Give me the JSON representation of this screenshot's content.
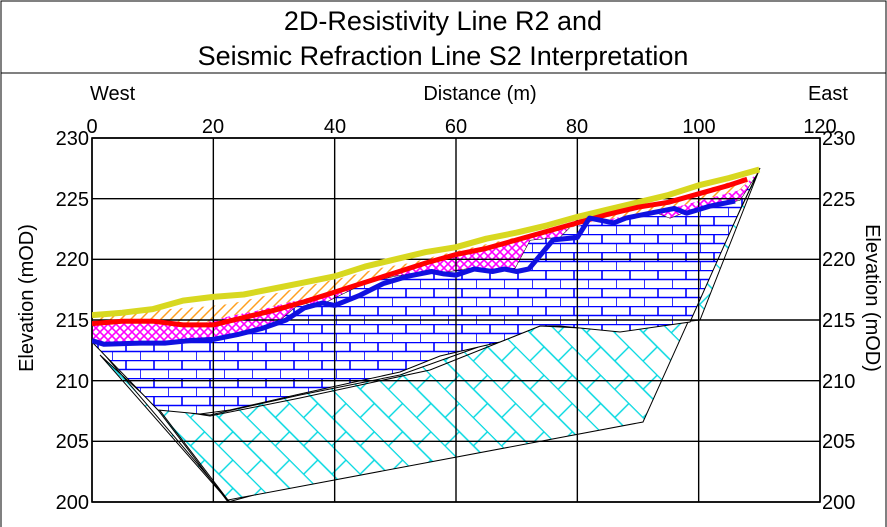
{
  "title": {
    "line1": "2D-Resistivity Line R2 and",
    "line2": "Seismic Refraction Line S2 Interpretation"
  },
  "labels": {
    "west": "West",
    "east": "East",
    "distance": "Distance (m)",
    "elevation_left": "Elevation (mOD)",
    "elevation_right": "Elevation (mOD)"
  },
  "axes": {
    "x_ticks": [
      "0",
      "20",
      "40",
      "60",
      "80",
      "100",
      "120"
    ],
    "y_ticks": [
      "230",
      "225",
      "220",
      "215",
      "210",
      "205",
      "200"
    ],
    "xlim": [
      0,
      120
    ],
    "ylim": [
      200,
      230
    ],
    "grid": true
  },
  "colors": {
    "surface": "#d8d820",
    "red_boundary": "#ff0000",
    "blue_boundary": "#1010e0",
    "limestone": "#0000ff",
    "magenta": "#ff00ff",
    "orange": "#ffa020",
    "cyan": "#00e0e0"
  },
  "chart_data": {
    "type": "line",
    "series": [
      {
        "x": [
          0,
          5,
          10,
          15,
          20,
          25,
          30,
          35,
          40,
          45,
          50,
          55,
          60,
          65,
          70,
          75,
          80,
          85,
          90,
          95,
          100,
          105,
          110
        ],
        "y": [
          215.4,
          215.6,
          215.9,
          216.6,
          216.9,
          217.1,
          217.6,
          218.1,
          218.6,
          219.4,
          220.0,
          220.6,
          221.0,
          221.7,
          222.2,
          222.8,
          223.5,
          224.1,
          224.7,
          225.3,
          226.1,
          226.7,
          227.4
        ]
      },
      {
        "x": [
          0,
          5,
          10,
          15,
          20,
          25,
          30,
          35,
          40,
          45,
          50,
          55,
          60,
          65,
          70,
          75,
          80,
          85,
          90,
          95,
          100,
          105,
          108
        ],
        "y": [
          214.7,
          214.9,
          214.9,
          214.6,
          214.6,
          215.2,
          215.8,
          216.5,
          217.3,
          218.1,
          218.9,
          219.7,
          220.4,
          220.9,
          221.6,
          222.3,
          223.0,
          223.7,
          224.3,
          224.7,
          225.4,
          226.1,
          226.6
        ]
      },
      {
        "x": [
          0,
          2,
          8,
          12,
          16,
          20,
          24,
          28,
          32,
          35,
          38,
          40,
          44,
          48,
          52,
          56,
          58,
          60,
          63,
          66,
          68,
          70,
          72,
          76,
          80,
          82,
          86,
          88,
          92,
          96,
          98,
          102,
          106
        ],
        "y": [
          213.3,
          213.0,
          213.1,
          213.1,
          213.3,
          213.4,
          213.8,
          214.3,
          215.0,
          216.0,
          216.4,
          216.2,
          217.0,
          218.0,
          218.6,
          219.0,
          218.8,
          218.7,
          219.2,
          219.0,
          219.2,
          219.0,
          219.2,
          221.6,
          221.8,
          223.4,
          223.0,
          223.4,
          223.8,
          224.2,
          223.8,
          224.4,
          224.8
        ]
      }
    ]
  }
}
